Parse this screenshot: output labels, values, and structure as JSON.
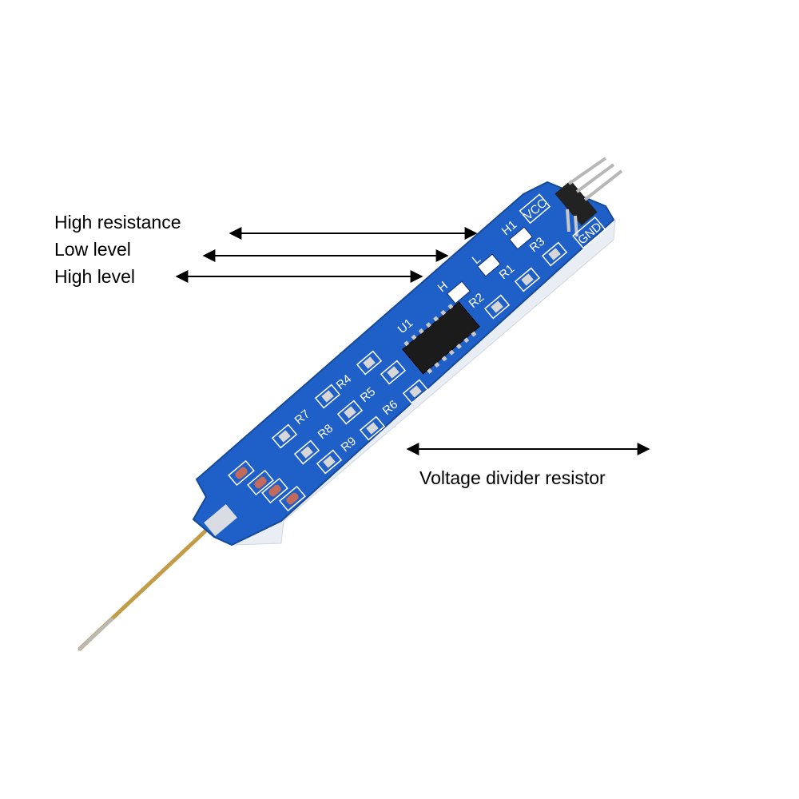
{
  "labels": {
    "high_resistance": "High resistance",
    "low_level": "Low level",
    "high_level": "High level",
    "voltage_divider": "Voltage divider resistor"
  },
  "silkscreen": {
    "vcc": "VCC",
    "gnd": "GND",
    "h1": "H1",
    "l": "L",
    "h": "H",
    "r1": "R1",
    "r2": "R2",
    "r3": "R3",
    "r4": "R4",
    "r5": "R5",
    "r6": "R6",
    "r7": "R7",
    "r8": "R8",
    "r9": "R9",
    "u1": "U1"
  },
  "colors": {
    "pcb": "#1f5fc8",
    "pcb_edge": "#e9eef5",
    "pad": "#ffffff",
    "chip": "#1b1b1b",
    "probe": "#c89a3a",
    "annotation": "#000000"
  }
}
